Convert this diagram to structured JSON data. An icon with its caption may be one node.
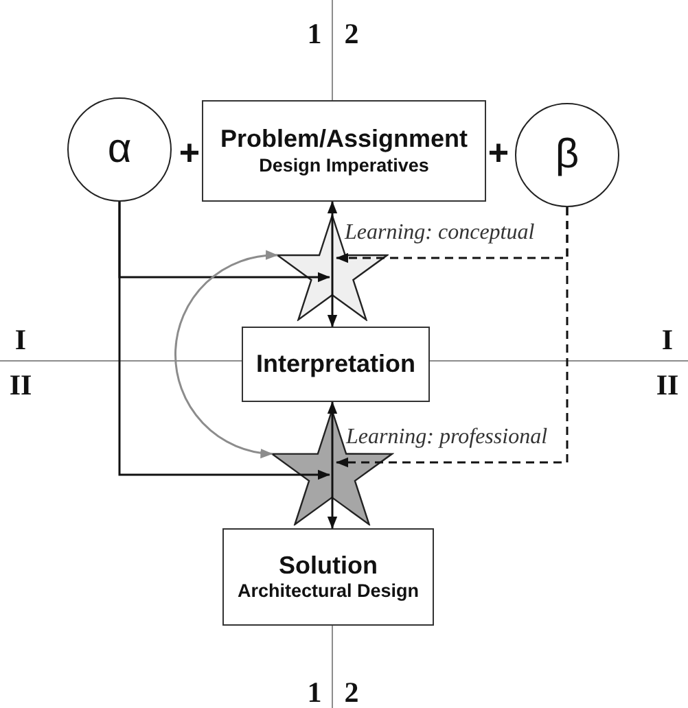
{
  "diagram": {
    "nodes": [
      {
        "text": [
          "α"
        ]
      },
      {
        "text": [
          "Problem/Assignment",
          "Design Imperatives"
        ]
      },
      {
        "text": [
          "β"
        ]
      },
      {
        "text": [],
        "shape": "star",
        "beside": [
          "Learning: conceptual"
        ]
      },
      {
        "text": [
          "Interpretation"
        ]
      },
      {
        "text": [],
        "shape": "star",
        "beside": [
          "Learning: professional"
        ]
      },
      {
        "text": [
          "Solution",
          "Architectural Design"
        ]
      }
    ],
    "edges": [
      {
        "from": 3,
        "to": 1,
        "arrow": "to"
      },
      {
        "from": 3,
        "to": 4,
        "arrow": "to"
      },
      {
        "from": 5,
        "to": 4,
        "arrow": "to"
      },
      {
        "from": 5,
        "to": 6,
        "arrow": "to"
      },
      {
        "from": 0,
        "to": 3,
        "arrow": "to"
      },
      {
        "from": 0,
        "to": 5,
        "arrow": "to"
      },
      {
        "from": 2,
        "to": 3,
        "arrow": "to",
        "style": "dashed"
      },
      {
        "from": 2,
        "to": 5,
        "arrow": "to",
        "style": "dashed"
      },
      {
        "from": 3,
        "to": 5,
        "arrow": "both",
        "color": "#8c8c8c"
      }
    ],
    "labels": [
      "1",
      "2",
      "+",
      "+",
      "I",
      "I",
      "II",
      "II",
      "1",
      "2"
    ]
  }
}
